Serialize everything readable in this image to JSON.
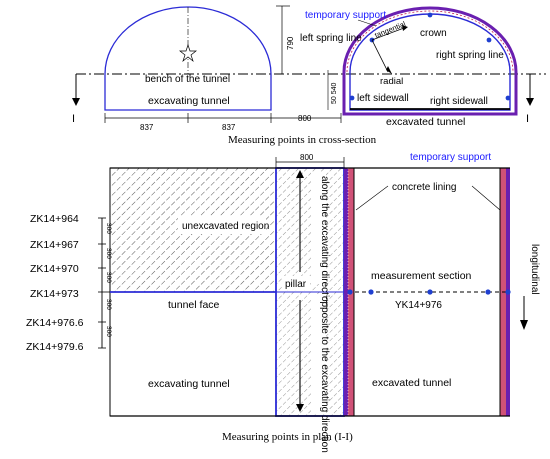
{
  "cross_section": {
    "caption": "Measuring points in cross-section",
    "section_mark_left": "I",
    "section_mark_right": "I",
    "excavating": {
      "bench_label": "bench of the tunnel",
      "tunnel_label": "excavating tunnel",
      "dim_left": "837",
      "dim_right": "837",
      "dim_height": "790"
    },
    "gap_dim": "800",
    "excavated": {
      "temporary_support": "temporary support",
      "left_spring_line": "left spring line",
      "right_spring_line": "right spring line",
      "crown": "crown",
      "tangential": "tangential",
      "radial": "radial",
      "left_sidewall": "left sidewall",
      "right_sidewall": "right sidewall",
      "tunnel_label": "excavated tunnel",
      "dim_height": "50 540"
    }
  },
  "plan": {
    "caption": "Measuring points in plan (I-I)",
    "top_dim": "800",
    "temporary_support": "temporary support",
    "concrete_lining": "concrete lining",
    "unexcavated_region": "unexcavated region",
    "pillar": "pillar",
    "along_direction": "along the excavating direction",
    "opposite_direction": "opposite to the excavating direction",
    "tunnel_face": "tunnel face",
    "excavating_tunnel": "excavating tunnel",
    "excavated_tunnel": "excavated tunnel",
    "measurement_section": "measurement section",
    "section_station": "YK14+976",
    "longitudinal": "longitudinal",
    "spacing_labels": [
      "300",
      "300",
      "300",
      "300",
      "300"
    ],
    "stations": [
      "ZK14+964",
      "ZK14+967",
      "ZK14+970",
      "ZK14+973",
      "ZK14+976.6",
      "ZK14+979.6"
    ]
  },
  "colors": {
    "line_blue": "#2b2bd6",
    "support_blue": "#1a1aff",
    "lining_red": "#c0184a",
    "support_purple": "#6a1fb0",
    "point_blue": "#1f3fd0",
    "black": "#000000"
  }
}
